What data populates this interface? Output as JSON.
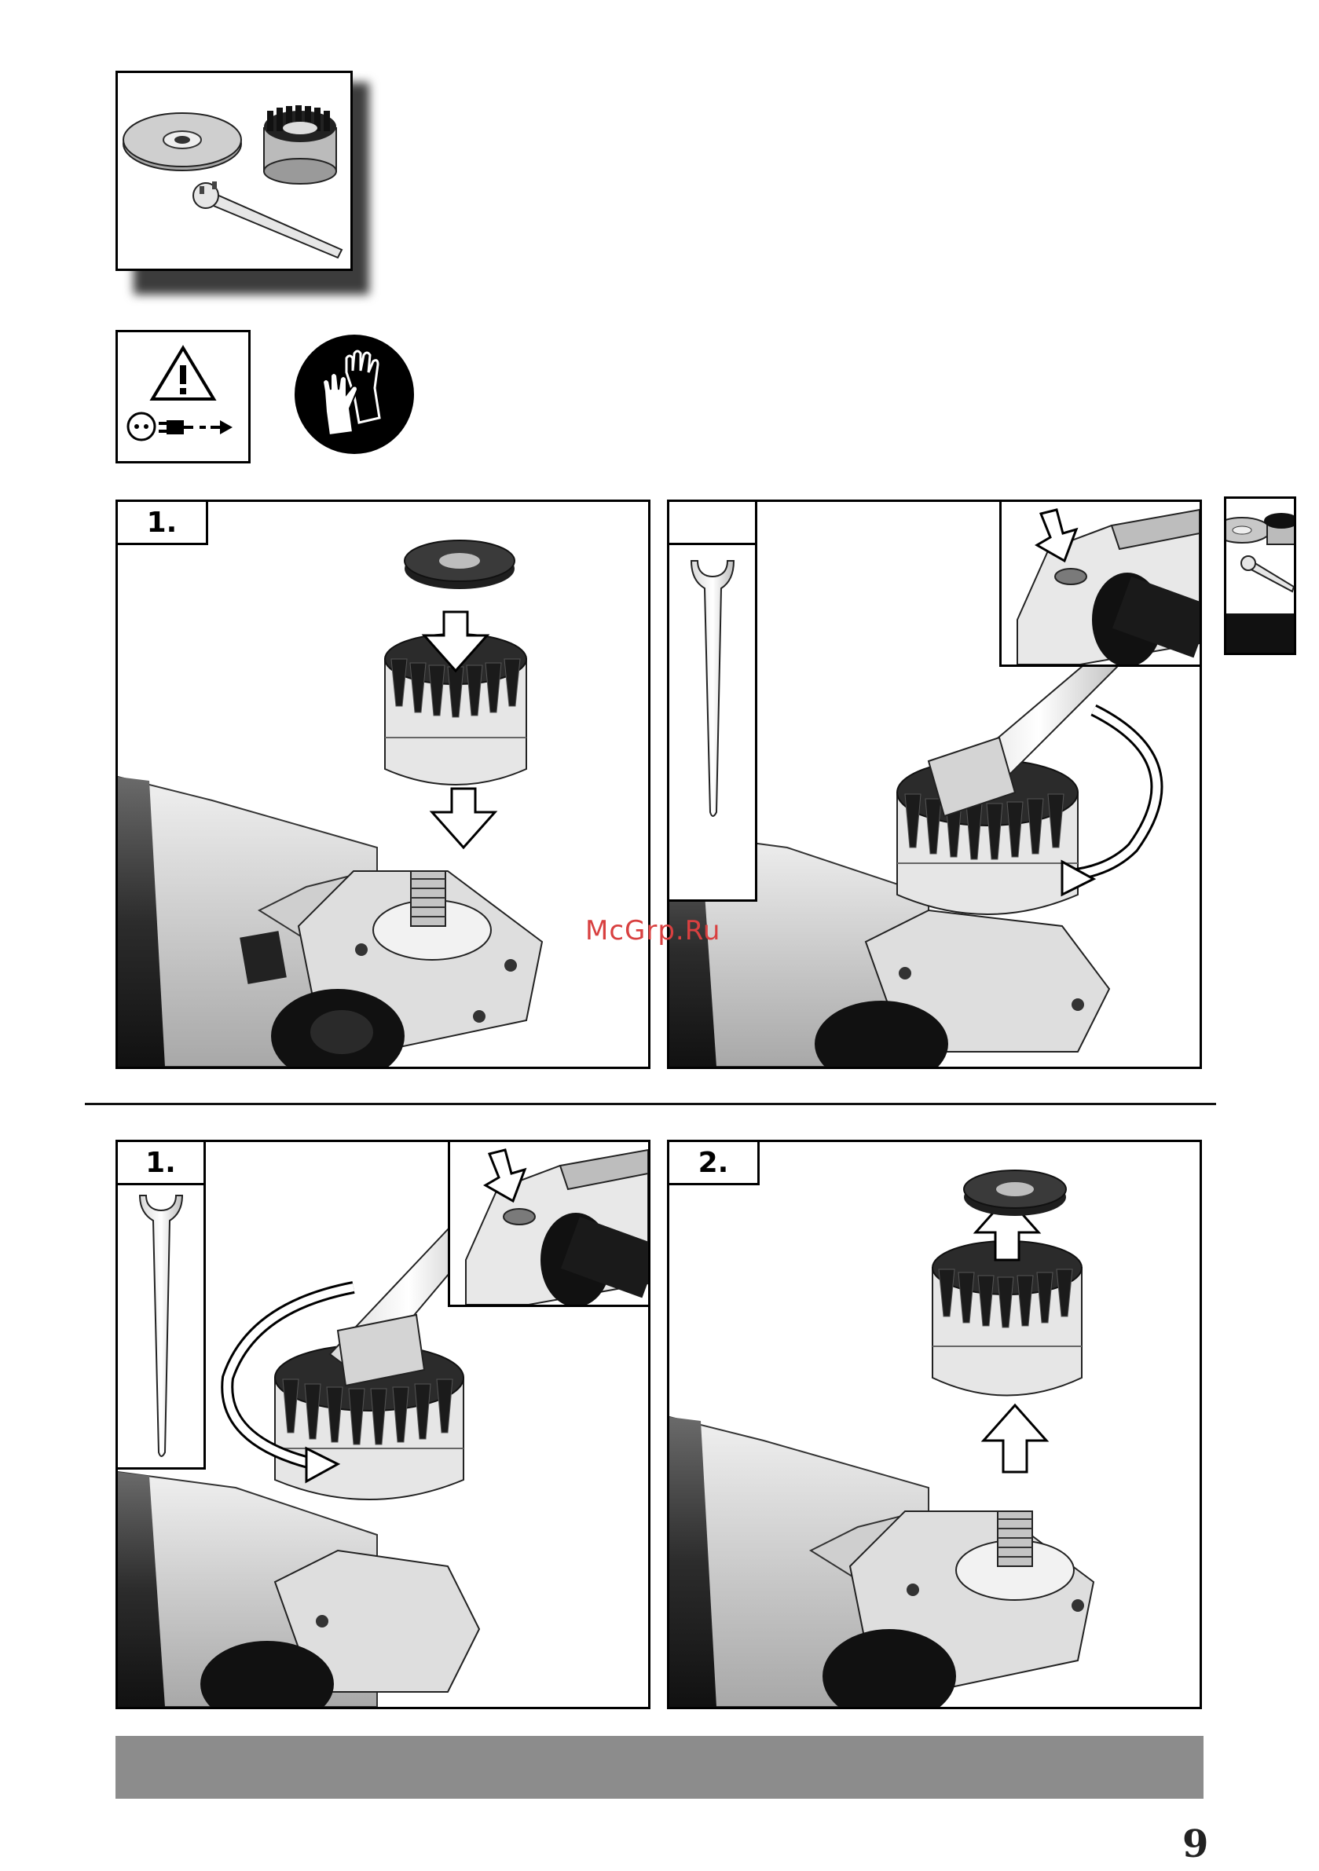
{
  "watermark": "McGrp.Ru",
  "page_number": "9",
  "panels": {
    "top_left": {
      "step": "1."
    },
    "top_right": {
      "step": ""
    },
    "bottom_left": {
      "step": "1."
    },
    "bottom_right": {
      "step": "2."
    }
  },
  "icons": {
    "accessories": "brush-wheel-wrench-icon",
    "warning_unplug": "warning-unplug-icon",
    "gloves": "gloves-icon",
    "side_tab": "side-tab-accessories-icon"
  }
}
